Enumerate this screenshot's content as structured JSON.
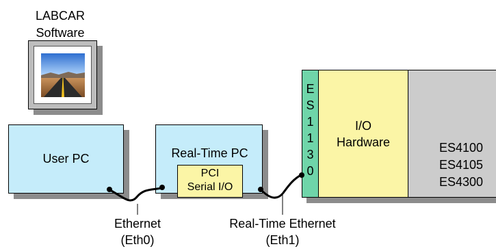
{
  "software": {
    "title_line1": "LABCAR",
    "title_line2": "Software",
    "image_icon": "road-landscape-icon"
  },
  "user_pc": {
    "label": "User PC"
  },
  "rt_pc": {
    "label": "Real-Time PC",
    "card_line1": "PCI",
    "card_line2": "Serial I/O"
  },
  "es1130": {
    "letters": [
      "E",
      "S",
      "1",
      "1",
      "3",
      "0"
    ]
  },
  "io_hardware": {
    "line1": "I/O",
    "line2": "Hardware"
  },
  "es_rack": {
    "line1": "ES4100",
    "line2": "ES4105",
    "line3": "ES4300"
  },
  "links": {
    "eth0_line1": "Ethernet",
    "eth0_line2": "(Eth0)",
    "eth1_line1": "Real-Time Ethernet",
    "eth1_line2": "(Eth1)"
  },
  "colors": {
    "pc_fill": "#c5ecfa",
    "card_fill": "#fbf5a6",
    "es1130_fill": "#6fd5a9",
    "rack_fill": "#cccccc",
    "shadow": "#8c8c8c"
  }
}
